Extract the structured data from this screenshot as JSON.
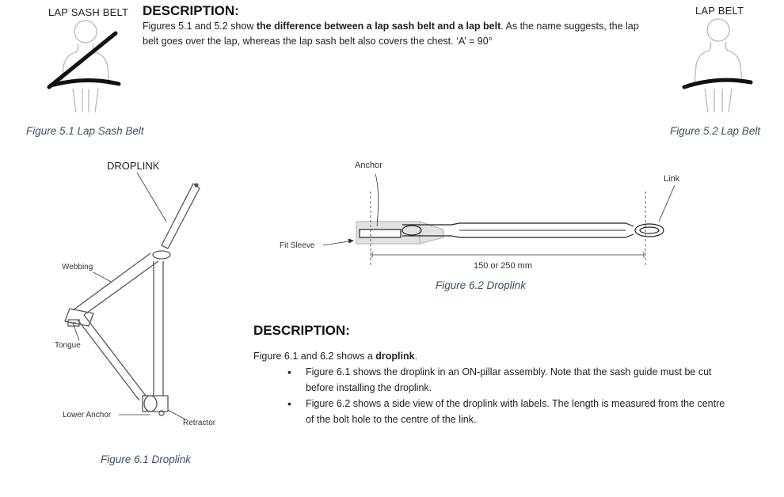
{
  "top": {
    "lap_sash_label": "LAP SASH BELT",
    "lap_belt_label": "LAP BELT",
    "description_title": "DESCRIPTION:",
    "paragraph": {
      "part1": "Figures 5.1 and 5.2 show ",
      "bold": "the difference between a lap sash belt and a lap belt",
      "part2": ". As the name suggests, the lap",
      "line2": "belt goes over the lap, whereas the lap sash belt also covers the chest. ‘A’ = 90°"
    },
    "caption_left": "Figure 5.1 Lap Sash Belt",
    "caption_right": "Figure 5.2 Lap Belt"
  },
  "fig61": {
    "droplink_label": "DROPLINK",
    "webbing_label": "Webbing",
    "tongue_label": "Tongue",
    "lower_anchor_label": "Lower Anchor",
    "retractor_label": "Retractor",
    "caption": "Figure 6.1 Droplink"
  },
  "fig62": {
    "anchor_label": "Anchor",
    "link_label": "Link",
    "fit_sleeve_label": "Fit Sleeve",
    "dimension_label": "150 or 250 mm",
    "caption": "Figure 6.2 Droplink"
  },
  "bottom": {
    "description_title": "DESCRIPTION:",
    "intro_part1": "Figure 6.1 and 6.2 shows a ",
    "intro_bold": "droplink",
    "intro_part2": ".",
    "bullet1_line1": "Figure 6.1 shows the droplink in an ON-pillar assembly. Note that the sash guide must be cut",
    "bullet1_line2": "before installing the droplink.",
    "bullet2_line1": "Figure 6.2 shows a side view of the droplink with labels. The length is measured from the centre",
    "bullet2_line2": "of the bolt hole to the centre of the link."
  }
}
